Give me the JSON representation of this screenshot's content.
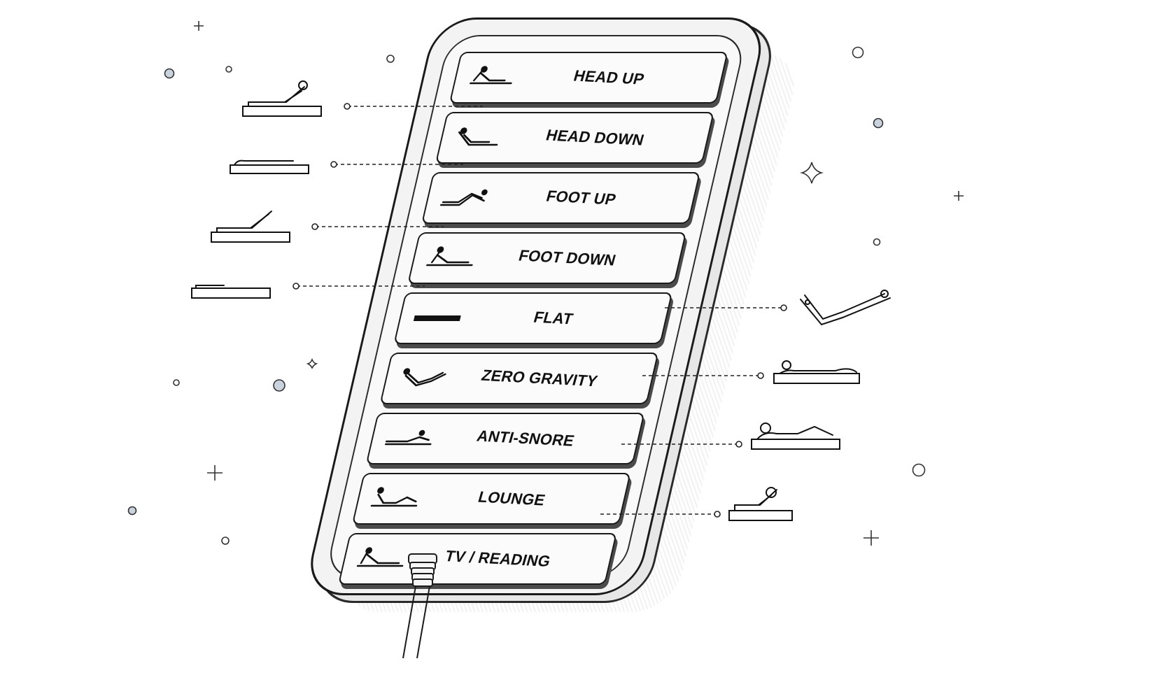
{
  "remote": {
    "buttons": [
      {
        "label": "HEAD UP",
        "icon": "head-up-icon"
      },
      {
        "label": "HEAD DOWN",
        "icon": "head-down-icon"
      },
      {
        "label": "FOOT UP",
        "icon": "foot-up-icon"
      },
      {
        "label": "FOOT DOWN",
        "icon": "foot-down-icon"
      },
      {
        "label": "FLAT",
        "icon": "flat-icon"
      },
      {
        "label": "ZERO GRAVITY",
        "icon": "zero-gravity-icon"
      },
      {
        "label": "ANTI-SNORE",
        "icon": "anti-snore-icon"
      },
      {
        "label": "LOUNGE",
        "icon": "lounge-icon"
      },
      {
        "label": "TV / READING",
        "icon": "tv-reading-icon"
      }
    ]
  },
  "colors": {
    "ink": "#1a1a1a",
    "sparkle_fill": "#c9d3de",
    "paper": "#ffffff"
  }
}
